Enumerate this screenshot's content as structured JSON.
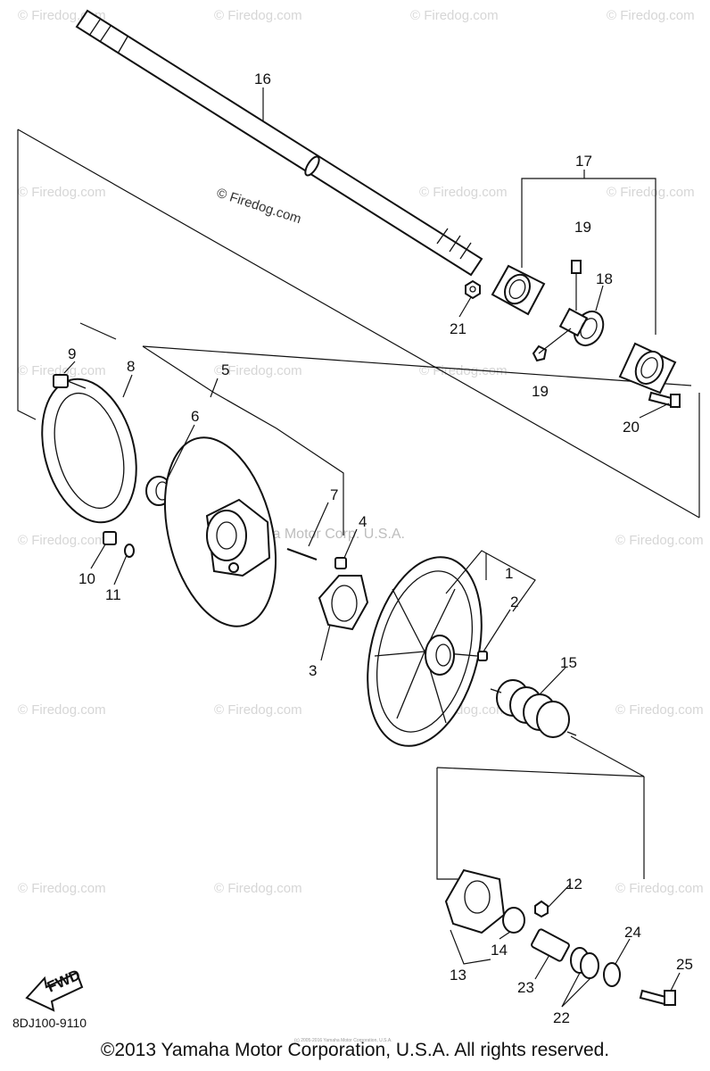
{
  "diagram": {
    "reference_code": "8DJ100-9110",
    "copyright": "©2013 Yamaha Motor Corporation, U.S.A. All rights reserved.",
    "tiny_note": "(c) 2005-2016 Yamaha Motor Corporation, U.S.A.",
    "fwd_label": "FWD",
    "watermarks": {
      "site": "© Firedog.com",
      "center": "Yamaha Motor Corp. U.S.A.",
      "firedog_main": "© Firedog.com"
    },
    "callouts": [
      "1",
      "2",
      "3",
      "4",
      "5",
      "6",
      "7",
      "8",
      "9",
      "10",
      "11",
      "12",
      "13",
      "14",
      "15",
      "16",
      "17",
      "18",
      "19",
      "19",
      "20",
      "21",
      "22",
      "23",
      "24",
      "25"
    ]
  }
}
